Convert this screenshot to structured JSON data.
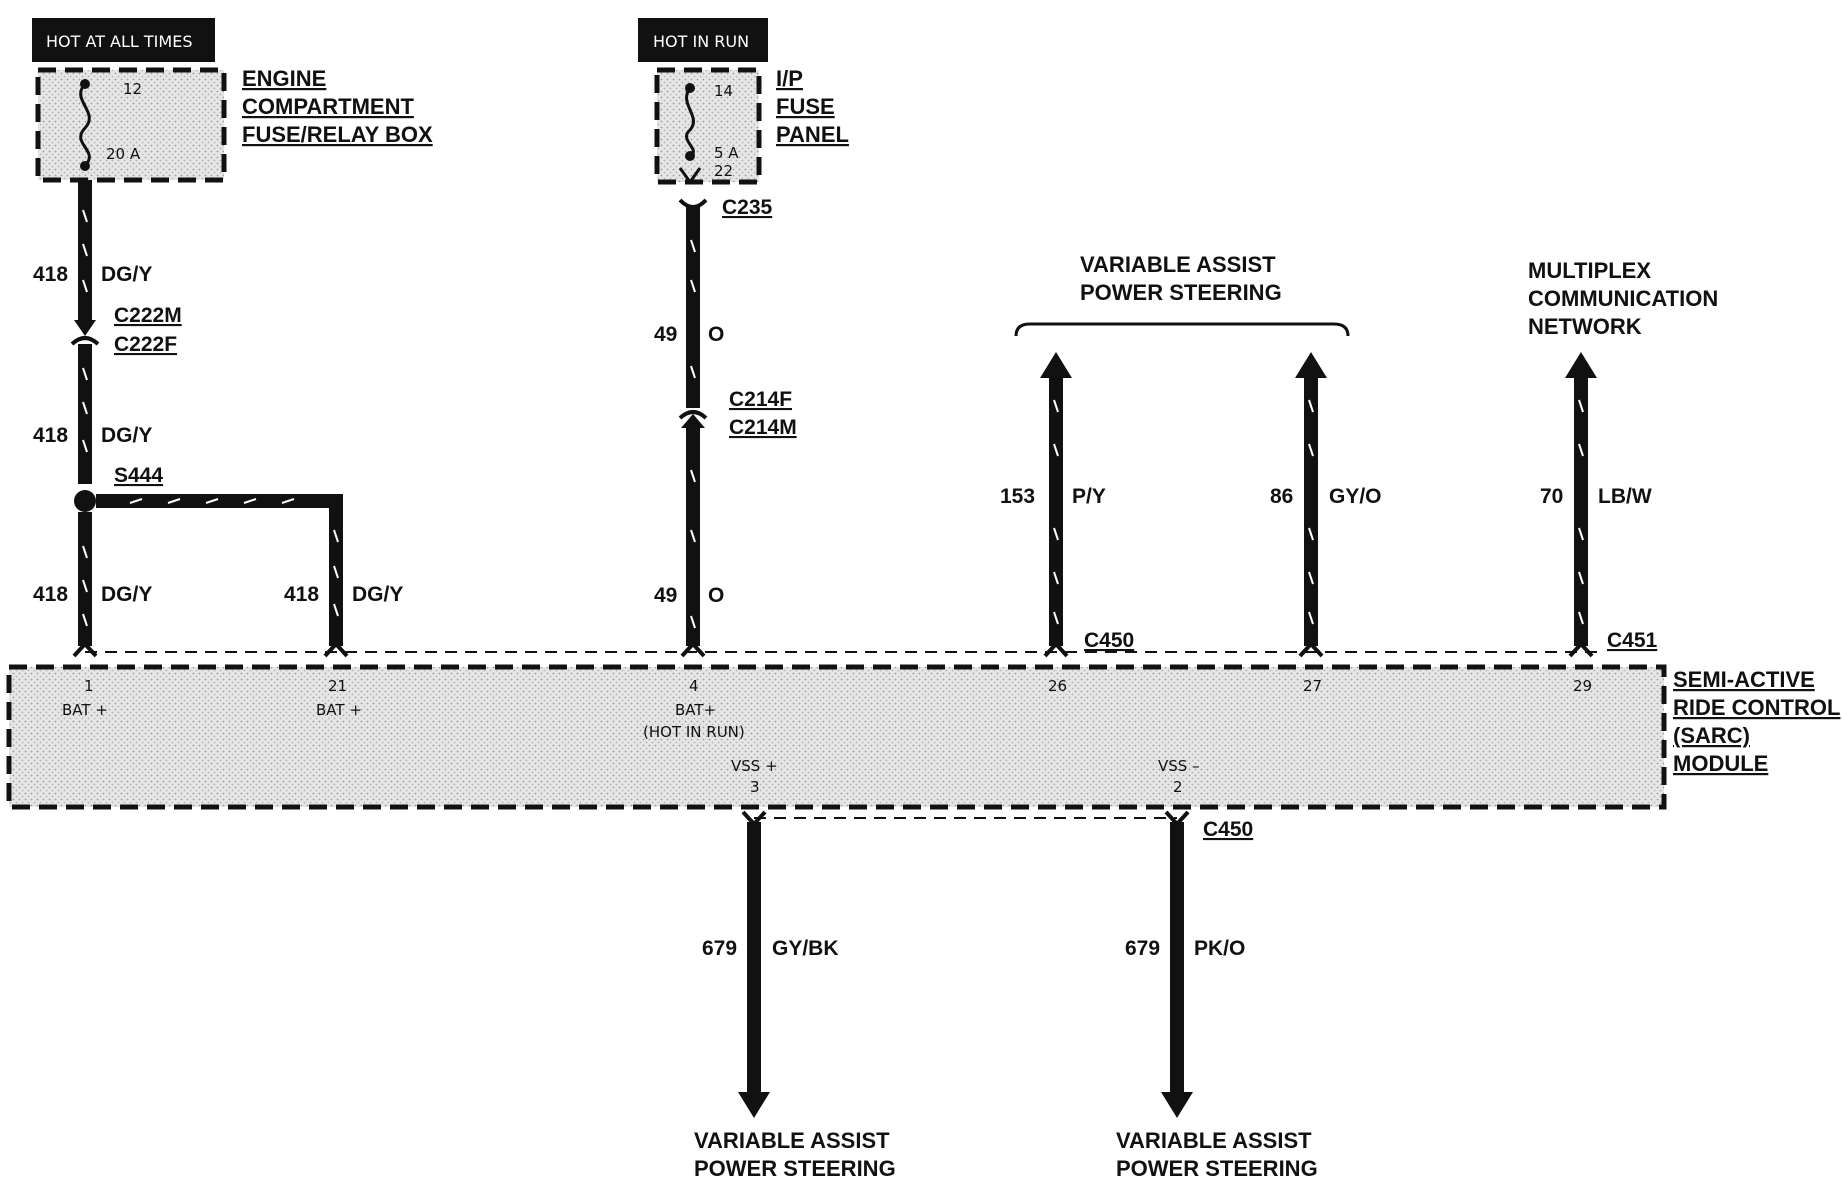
{
  "fuses": {
    "engine_box": {
      "header": "HOT AT ALL TIMES",
      "top_pin": "12",
      "rating": "20 A",
      "name_lines": [
        "ENGINE",
        "COMPARTMENT",
        "FUSE/RELAY BOX"
      ]
    },
    "ip_panel": {
      "header": "HOT IN RUN",
      "top_pin": "14",
      "rating": "5 A",
      "bottom_pin": "22",
      "name_lines": [
        "I/P",
        "FUSE",
        "PANEL"
      ]
    }
  },
  "connectors": {
    "c235": "C235",
    "c222m": "C222M",
    "c222f": "C222F",
    "c214f": "C214F",
    "c214m": "C214M",
    "s444": "S444",
    "c450_top": "C450",
    "c451": "C451",
    "c450_bottom": "C450"
  },
  "wires": {
    "w418_a": {
      "circuit": "418",
      "color": "DG/Y"
    },
    "w418_b": {
      "circuit": "418",
      "color": "DG/Y"
    },
    "w418_c": {
      "circuit": "418",
      "color": "DG/Y"
    },
    "w418_d": {
      "circuit": "418",
      "color": "DG/Y"
    },
    "w49_a": {
      "circuit": "49",
      "color": "O"
    },
    "w49_b": {
      "circuit": "49",
      "color": "O"
    },
    "w153": {
      "circuit": "153",
      "color": "P/Y"
    },
    "w86": {
      "circuit": "86",
      "color": "GY/O"
    },
    "w70": {
      "circuit": "70",
      "color": "LB/W"
    },
    "w679_a": {
      "circuit": "679",
      "color": "GY/BK"
    },
    "w679_b": {
      "circuit": "679",
      "color": "PK/O"
    }
  },
  "destinations": {
    "vaps_top": [
      "VARIABLE ASSIST",
      "POWER STEERING"
    ],
    "multiplex": [
      "MULTIPLEX",
      "COMMUNICATION",
      "NETWORK"
    ],
    "vaps_bottom_left": [
      "VARIABLE ASSIST",
      "POWER STEERING"
    ],
    "vaps_bottom_right": [
      "VARIABLE ASSIST",
      "POWER STEERING"
    ]
  },
  "module": {
    "name_lines": [
      "SEMI-ACTIVE",
      "RIDE CONTROL",
      "(SARC)",
      "MODULE"
    ],
    "pins": {
      "p1": {
        "num": "1",
        "name": "BAT +"
      },
      "p21": {
        "num": "21",
        "name": "BAT +"
      },
      "p4": {
        "num": "4",
        "name": "BAT+",
        "sub": "(HOT IN RUN)"
      },
      "p26": {
        "num": "26"
      },
      "p27": {
        "num": "27"
      },
      "p29": {
        "num": "29"
      },
      "p3": {
        "num": "3",
        "name": "VSS +"
      },
      "p2": {
        "num": "2",
        "name": "VSS –"
      }
    }
  }
}
